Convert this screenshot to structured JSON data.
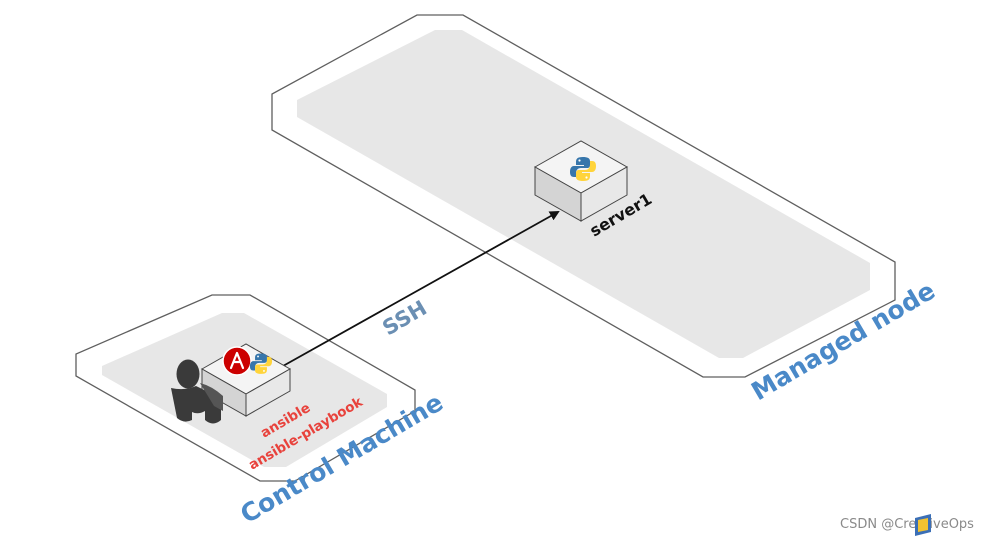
{
  "zones": {
    "managed_node_label": "Managed node",
    "control_machine_label": "Control Machine"
  },
  "connection": {
    "label": "SSH"
  },
  "server": {
    "name": "server1",
    "icon": "python-icon"
  },
  "control": {
    "tools": [
      "ansible",
      "ansible-playbook"
    ],
    "icons": [
      "ansible-logo-icon",
      "python-icon",
      "user-icon"
    ]
  },
  "watermark": {
    "text": "CSDN @CreativeOps"
  },
  "colors": {
    "zone_label": "#4a89c8",
    "ssh_label": "#6b8fb3",
    "tool_label": "#e8423c",
    "ansible_red": "#cc0000",
    "python_blue": "#3776ab",
    "python_yellow": "#ffd43b",
    "zone_fill": "#e7e7e7"
  }
}
